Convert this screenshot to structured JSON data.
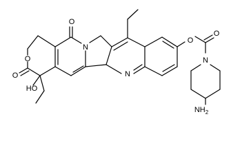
{
  "colors": {
    "bond": "#000000",
    "background": "#ffffff"
  },
  "atoms": {
    "O_lactone_ring": "O",
    "O_lactone_carbonyl": "O",
    "O_ketone": "O",
    "N_ring": "N",
    "N_quinoline": "N",
    "OH": "HO",
    "O_ester": "O",
    "O_carbamate_carbonyl": "O",
    "N_piperidine": "N",
    "NH2": "NH",
    "NH2_sub": "2"
  }
}
